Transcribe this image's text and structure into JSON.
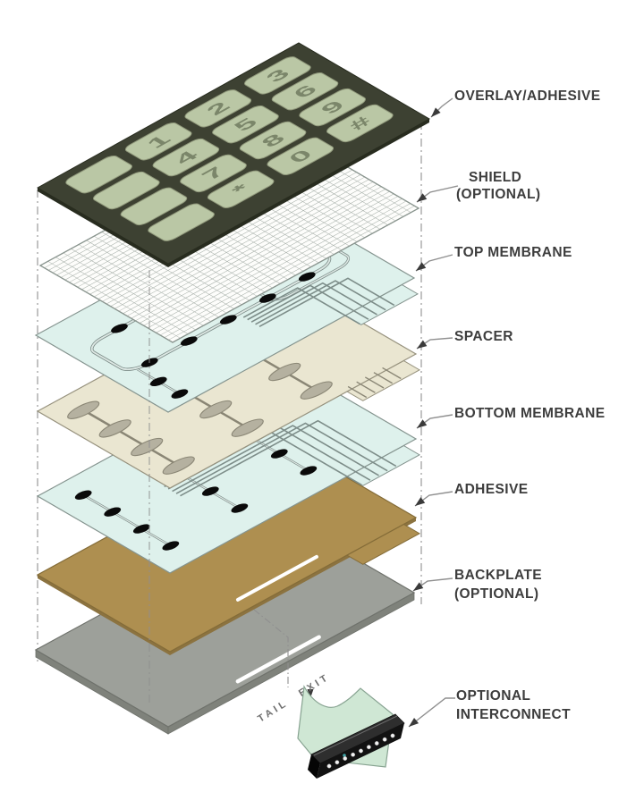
{
  "diagram": {
    "kind": "membrane-switch-exploded-view",
    "tail_exit_label": "TAIL EXIT"
  },
  "colors": {
    "page_bg": "#ffffff",
    "overlay_body": "#3d4132",
    "overlay_side": "#282c1f",
    "key": "#bac7a5",
    "key_edge": "#90987b",
    "key_text": "#7b866a",
    "shield": "#fdfdfb",
    "shield_grid": "#a8b0aa",
    "shield_edge": "#8a958f",
    "membrane": "#def1ec",
    "membrane_edge": "#85948f",
    "trace_dark": "#7d8d89",
    "trace_light": "#dde8e4",
    "pad": "#0a0a0a",
    "spacer": "#eae6d1",
    "spacer_edge": "#97927e",
    "spacer_oval": "#b5b1a0",
    "spacer_oval_edge": "#8a8675",
    "adhesive": "#ae8f50",
    "adhesive_edge": "#846c38",
    "adhesive_side": "#8c7340",
    "backplate": "#9da09a",
    "backplate_edge": "#6f726c",
    "backplate_side": "#7f827b",
    "slot": "#ffffff",
    "leader": "#8f8f8f",
    "arrow": "#3a3a3a",
    "label_text": "#3d3d3d",
    "dash": "#8f8f8f",
    "ribbon": "#cfe7d4",
    "ribbon_edge": "#87a391",
    "connector": "#2e2e2e",
    "connector_front": "#121212",
    "pin": "#f2f2f2",
    "connector_mark": "#3fa3a6",
    "tail_text": "#6e6e6e"
  },
  "overlay": {
    "keys": [
      "",
      "1",
      "2",
      "3",
      "",
      "4",
      "5",
      "6",
      "",
      "7",
      "8",
      "9",
      "",
      "*",
      "0",
      "#"
    ]
  },
  "callouts": [
    {
      "id": "overlay",
      "lines": [
        "OVERLAY/ADHESIVE"
      ]
    },
    {
      "id": "shield",
      "lines": [
        "SHIELD",
        "(OPTIONAL)"
      ]
    },
    {
      "id": "top-membrane",
      "lines": [
        "TOP MEMBRANE"
      ]
    },
    {
      "id": "spacer",
      "lines": [
        "SPACER"
      ]
    },
    {
      "id": "bottom-membrane",
      "lines": [
        "BOTTOM MEMBRANE"
      ]
    },
    {
      "id": "adhesive",
      "lines": [
        "ADHESIVE"
      ]
    },
    {
      "id": "backplate",
      "lines": [
        "BACKPLATE",
        "(OPTIONAL)"
      ]
    },
    {
      "id": "interconnect",
      "lines": [
        "OPTIONAL",
        "INTERCONNECT"
      ]
    }
  ],
  "interconnect": {
    "pin_count": 9
  }
}
